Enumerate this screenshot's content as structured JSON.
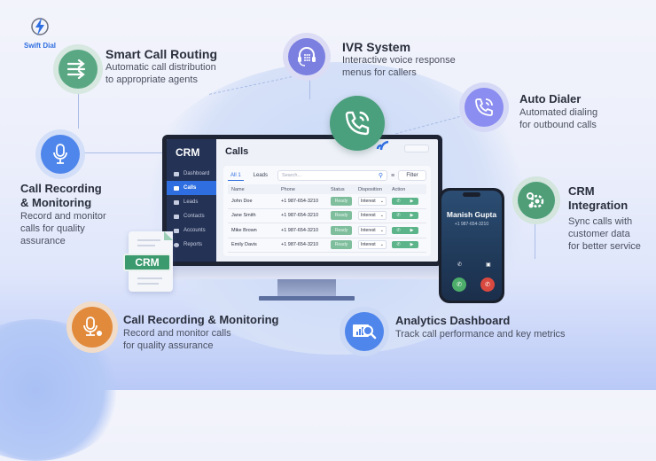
{
  "brand": {
    "name": "Swift Dial",
    "icon": "lightning-bolt-icon"
  },
  "features": [
    {
      "id": "smart-call-routing",
      "title": "Smart Call Routing",
      "desc": [
        "Automatic call distribution",
        "to appropriate agents"
      ],
      "icon": "routing-arrows-icon",
      "color": "#5aa883"
    },
    {
      "id": "ivr-system",
      "title": "IVR System",
      "desc": [
        "Interactive voice response",
        "menus for callers"
      ],
      "icon": "headset-keypad-icon",
      "color": "#7b7fe0"
    },
    {
      "id": "auto-dialer",
      "title": "Auto Dialer",
      "desc": [
        "Automated dialing",
        "for outbound calls"
      ],
      "icon": "phone-ringing-icon",
      "color": "#8b8df0"
    },
    {
      "id": "call-recording-left",
      "title": [
        "Call Recording",
        "& Monitoring"
      ],
      "desc": [
        "Record and monitor",
        "calls for quality",
        "assurance"
      ],
      "icon": "microphone-icon",
      "color": "#4f86ec"
    },
    {
      "id": "crm-integration",
      "title": [
        "CRM",
        "Integration"
      ],
      "desc": [
        "Sync calls with",
        "customer data",
        "for better service"
      ],
      "icon": "gears-icon",
      "color": "#4f9e78"
    },
    {
      "id": "call-recording-bottom",
      "title": "Call Recording & Monitoring",
      "desc": [
        "Record and monitor calls",
        "for quality assurance"
      ],
      "icon": "microphone-record-icon",
      "color": "#e28a3c"
    },
    {
      "id": "analytics-dashboard",
      "title": "Analytics Dashboard",
      "desc": [
        "Track call performance and key metrics"
      ],
      "icon": "chart-magnifier-icon",
      "color": "#4f86ec"
    }
  ],
  "crm_app": {
    "brand": "CRM",
    "sidebar": [
      {
        "label": "Dashboard",
        "active": false
      },
      {
        "label": "Calls",
        "active": true
      },
      {
        "label": "Leads",
        "active": false
      },
      {
        "label": "Contacts",
        "active": false
      },
      {
        "label": "Accounts",
        "active": false
      },
      {
        "label": "Reports",
        "active": false
      }
    ],
    "page_title": "Calls",
    "tabs": [
      {
        "label": "All 1",
        "active": true
      },
      {
        "label": "Leads",
        "active": false
      }
    ],
    "search_placeholder": "Search...",
    "filter_label": "Filter",
    "columns": [
      "Name",
      "Phone",
      "Status",
      "Disposition",
      "Action"
    ],
    "rows": [
      {
        "name": "John Doe",
        "phone": "+1 987-654-3210",
        "status": "Ready",
        "disposition": "Interest"
      },
      {
        "name": "Jane Smith",
        "phone": "+1 987-654-3210",
        "status": "Ready",
        "disposition": "Interest"
      },
      {
        "name": "Mike Brown",
        "phone": "+1 987-654-3210",
        "status": "Ready",
        "disposition": "Interest"
      },
      {
        "name": "Emily Davis",
        "phone": "+1 987-654-3210",
        "status": "Ready",
        "disposition": "Interest"
      }
    ]
  },
  "crm_badge": "CRM",
  "phone_call": {
    "caller": "Manish Gupta",
    "number": "+1 987-654-3210"
  },
  "colors": {
    "accent": "#2f6ee0",
    "green": "#5cb48a",
    "sidebar": "#243255",
    "decline": "#d9493f"
  }
}
